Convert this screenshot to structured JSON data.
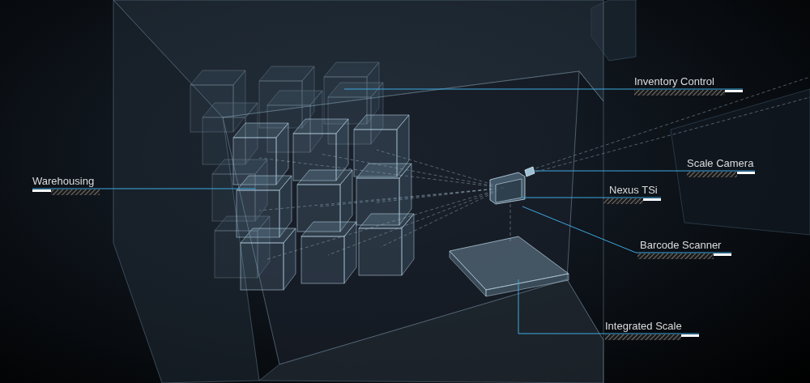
{
  "diagram": {
    "labels": [
      "Inventory Control",
      "Scale Camera",
      "Warehousing",
      "Nexus TSi",
      "Barcode Scanner",
      "Integrated Scale"
    ]
  }
}
